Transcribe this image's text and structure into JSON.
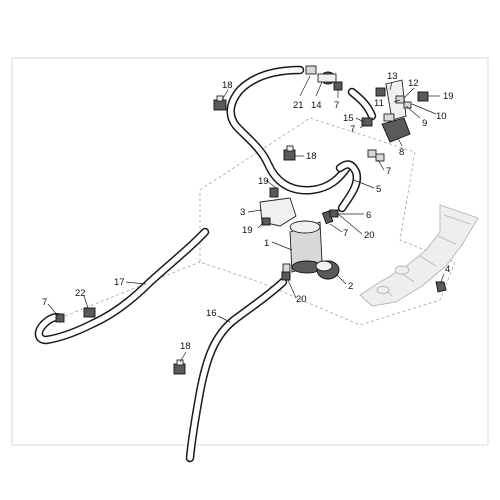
{
  "diagram": {
    "callouts": [
      {
        "id": "c18a",
        "text": "18"
      },
      {
        "id": "c21",
        "text": "21"
      },
      {
        "id": "c14",
        "text": "14"
      },
      {
        "id": "c7a",
        "text": "7"
      },
      {
        "id": "c13",
        "text": "13"
      },
      {
        "id": "c12",
        "text": "12"
      },
      {
        "id": "c19a",
        "text": "19"
      },
      {
        "id": "c11",
        "text": "11"
      },
      {
        "id": "c9",
        "text": "9"
      },
      {
        "id": "c10",
        "text": "10"
      },
      {
        "id": "c15",
        "text": "15"
      },
      {
        "id": "c7b",
        "text": "7"
      },
      {
        "id": "c8",
        "text": "8"
      },
      {
        "id": "c18b",
        "text": "18"
      },
      {
        "id": "c7c",
        "text": "7"
      },
      {
        "id": "c5",
        "text": "5"
      },
      {
        "id": "c19b",
        "text": "19"
      },
      {
        "id": "c3",
        "text": "3"
      },
      {
        "id": "c6",
        "text": "6"
      },
      {
        "id": "c19c",
        "text": "19"
      },
      {
        "id": "c7d",
        "text": "7"
      },
      {
        "id": "c20a",
        "text": "20"
      },
      {
        "id": "c1",
        "text": "1"
      },
      {
        "id": "c4",
        "text": "4"
      },
      {
        "id": "c17",
        "text": "17"
      },
      {
        "id": "c2",
        "text": "2"
      },
      {
        "id": "c7e",
        "text": "7"
      },
      {
        "id": "c22",
        "text": "22"
      },
      {
        "id": "c20b",
        "text": "20"
      },
      {
        "id": "c16",
        "text": "16"
      },
      {
        "id": "c18c",
        "text": "18"
      }
    ]
  }
}
